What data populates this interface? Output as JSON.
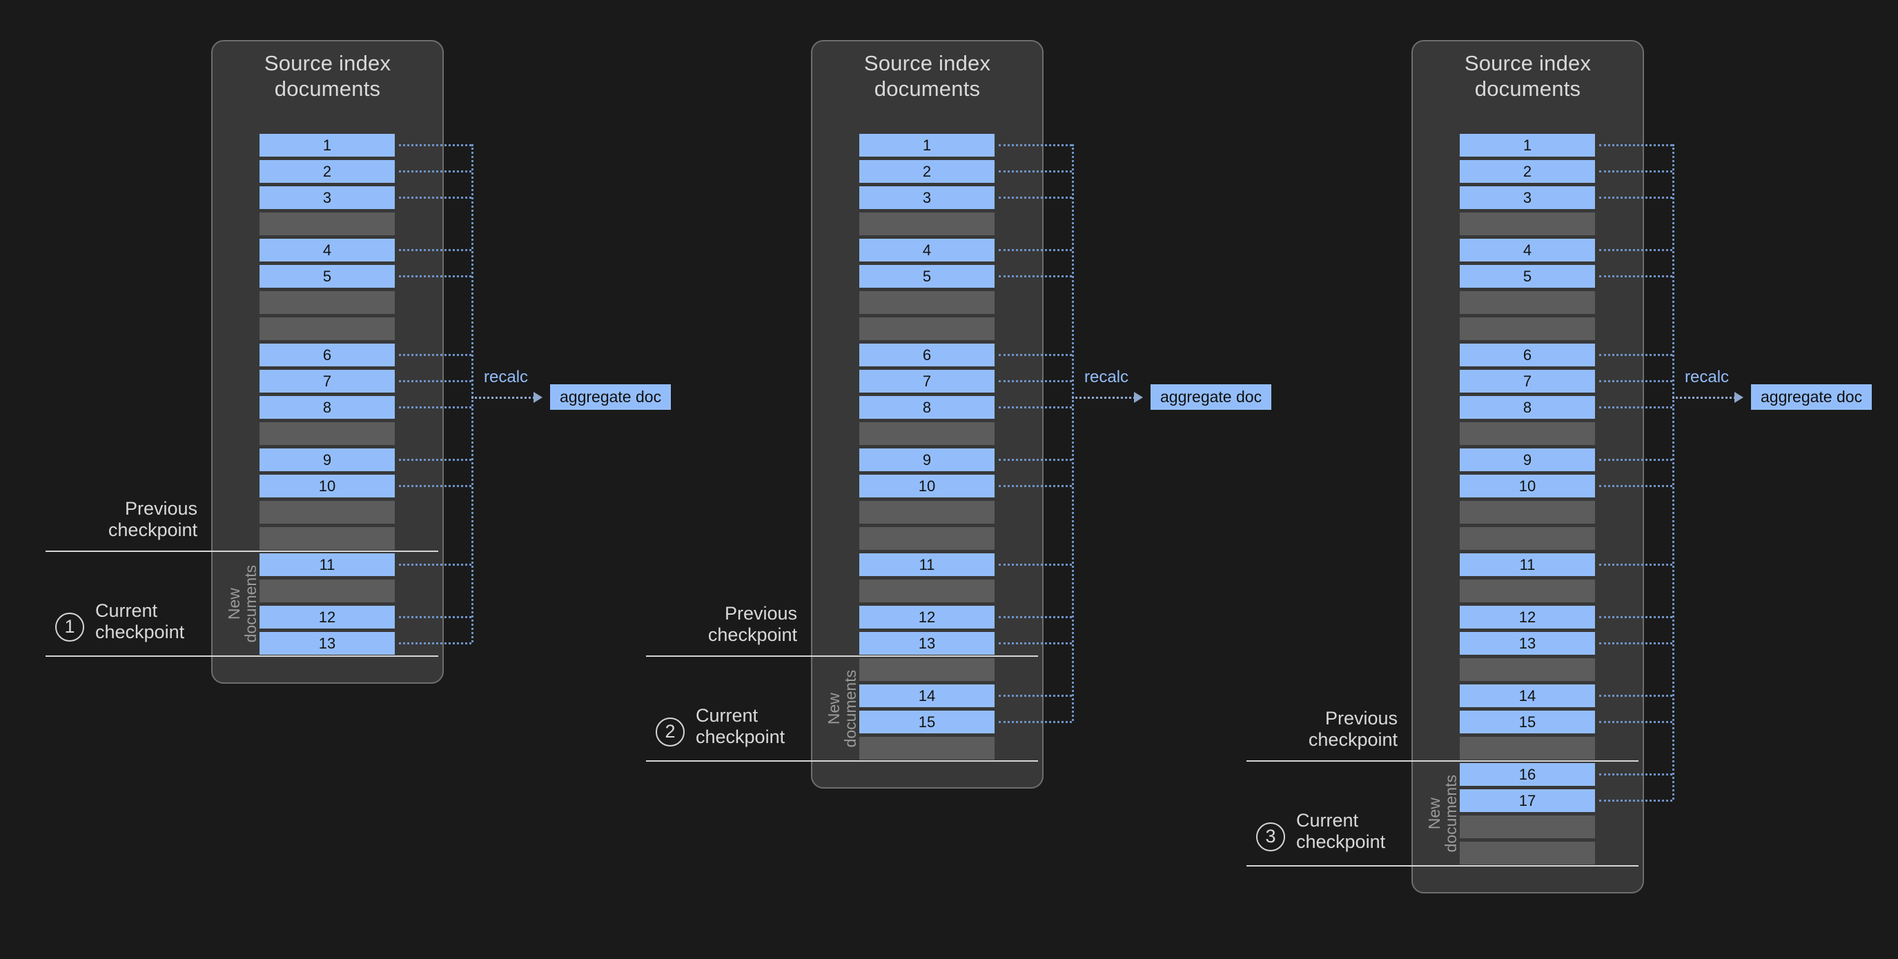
{
  "diagram": {
    "title": "Transform checkpoint progression",
    "colors": {
      "page_background": "#1a1a1a",
      "panel_background": "#383838",
      "panel_border": "#6e6e6e",
      "document_row": "#93bdfa",
      "empty_row": "#5c5c5c",
      "connector": "#6f94c9",
      "checkpoint_rule": "#d6d6d6",
      "label_text": "#d9d9d9",
      "recalc_text": "#93bdfa"
    },
    "labels": {
      "source_index_documents": "Source index\ndocuments",
      "new_documents": "New\ndocuments",
      "previous_checkpoint": "Previous\ncheckpoint",
      "current_checkpoint": "Current\ncheckpoint",
      "recalc": "recalc",
      "aggregate_doc": "aggregate doc"
    },
    "stages": [
      {
        "number": "1",
        "panel_title": "Source index\ndocuments",
        "new_documents_label": "New\ndocuments",
        "previous_checkpoint_label": "Previous\ncheckpoint",
        "current_checkpoint_label": "Current\ncheckpoint",
        "recalc_label": "recalc",
        "aggregate_doc_label": "aggregate doc",
        "rows": [
          {
            "type": "doc",
            "id": "1"
          },
          {
            "type": "doc",
            "id": "2"
          },
          {
            "type": "doc",
            "id": "3"
          },
          {
            "type": "empty",
            "id": ""
          },
          {
            "type": "doc",
            "id": "4"
          },
          {
            "type": "doc",
            "id": "5"
          },
          {
            "type": "empty",
            "id": ""
          },
          {
            "type": "empty",
            "id": ""
          },
          {
            "type": "doc",
            "id": "6"
          },
          {
            "type": "doc",
            "id": "7"
          },
          {
            "type": "doc",
            "id": "8"
          },
          {
            "type": "empty",
            "id": ""
          },
          {
            "type": "doc",
            "id": "9"
          },
          {
            "type": "doc",
            "id": "10"
          },
          {
            "type": "empty",
            "id": ""
          },
          {
            "type": "empty",
            "id": ""
          },
          {
            "type": "doc",
            "id": "11"
          },
          {
            "type": "empty",
            "id": ""
          },
          {
            "type": "doc",
            "id": "12"
          },
          {
            "type": "doc",
            "id": "13"
          }
        ],
        "previous_checkpoint_after_row": 16,
        "current_checkpoint_after_row": 20
      },
      {
        "number": "2",
        "panel_title": "Source index\ndocuments",
        "new_documents_label": "New\ndocuments",
        "previous_checkpoint_label": "Previous\ncheckpoint",
        "current_checkpoint_label": "Current\ncheckpoint",
        "recalc_label": "recalc",
        "aggregate_doc_label": "aggregate doc",
        "rows": [
          {
            "type": "doc",
            "id": "1"
          },
          {
            "type": "doc",
            "id": "2"
          },
          {
            "type": "doc",
            "id": "3"
          },
          {
            "type": "empty",
            "id": ""
          },
          {
            "type": "doc",
            "id": "4"
          },
          {
            "type": "doc",
            "id": "5"
          },
          {
            "type": "empty",
            "id": ""
          },
          {
            "type": "empty",
            "id": ""
          },
          {
            "type": "doc",
            "id": "6"
          },
          {
            "type": "doc",
            "id": "7"
          },
          {
            "type": "doc",
            "id": "8"
          },
          {
            "type": "empty",
            "id": ""
          },
          {
            "type": "doc",
            "id": "9"
          },
          {
            "type": "doc",
            "id": "10"
          },
          {
            "type": "empty",
            "id": ""
          },
          {
            "type": "empty",
            "id": ""
          },
          {
            "type": "doc",
            "id": "11"
          },
          {
            "type": "empty",
            "id": ""
          },
          {
            "type": "doc",
            "id": "12"
          },
          {
            "type": "doc",
            "id": "13"
          },
          {
            "type": "empty",
            "id": ""
          },
          {
            "type": "doc",
            "id": "14"
          },
          {
            "type": "doc",
            "id": "15"
          },
          {
            "type": "empty",
            "id": ""
          }
        ],
        "previous_checkpoint_after_row": 20,
        "current_checkpoint_after_row": 24
      },
      {
        "number": "3",
        "panel_title": "Source index\ndocuments",
        "new_documents_label": "New\ndocuments",
        "previous_checkpoint_label": "Previous\ncheckpoint",
        "current_checkpoint_label": "Current\ncheckpoint",
        "recalc_label": "recalc",
        "aggregate_doc_label": "aggregate doc",
        "rows": [
          {
            "type": "doc",
            "id": "1"
          },
          {
            "type": "doc",
            "id": "2"
          },
          {
            "type": "doc",
            "id": "3"
          },
          {
            "type": "empty",
            "id": ""
          },
          {
            "type": "doc",
            "id": "4"
          },
          {
            "type": "doc",
            "id": "5"
          },
          {
            "type": "empty",
            "id": ""
          },
          {
            "type": "empty",
            "id": ""
          },
          {
            "type": "doc",
            "id": "6"
          },
          {
            "type": "doc",
            "id": "7"
          },
          {
            "type": "doc",
            "id": "8"
          },
          {
            "type": "empty",
            "id": ""
          },
          {
            "type": "doc",
            "id": "9"
          },
          {
            "type": "doc",
            "id": "10"
          },
          {
            "type": "empty",
            "id": ""
          },
          {
            "type": "empty",
            "id": ""
          },
          {
            "type": "doc",
            "id": "11"
          },
          {
            "type": "empty",
            "id": ""
          },
          {
            "type": "doc",
            "id": "12"
          },
          {
            "type": "doc",
            "id": "13"
          },
          {
            "type": "empty",
            "id": ""
          },
          {
            "type": "doc",
            "id": "14"
          },
          {
            "type": "doc",
            "id": "15"
          },
          {
            "type": "empty",
            "id": ""
          },
          {
            "type": "doc",
            "id": "16"
          },
          {
            "type": "doc",
            "id": "17"
          },
          {
            "type": "empty",
            "id": ""
          },
          {
            "type": "empty",
            "id": ""
          }
        ],
        "previous_checkpoint_after_row": 24,
        "current_checkpoint_after_row": 28
      }
    ]
  }
}
